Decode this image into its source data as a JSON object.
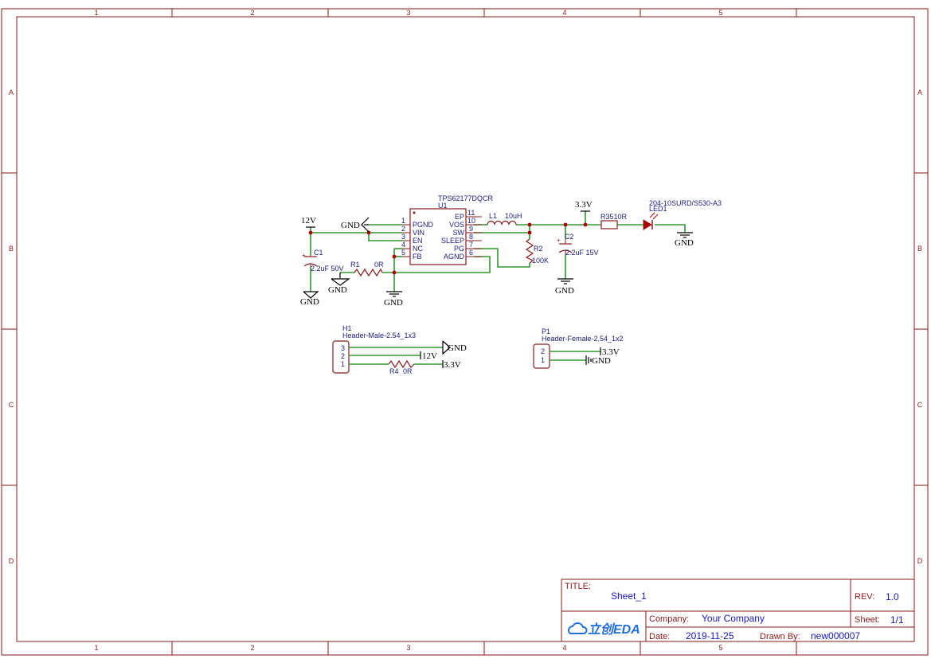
{
  "grid": {
    "columns": [
      "1",
      "2",
      "3",
      "4",
      "5"
    ],
    "rows": [
      "A",
      "B",
      "C",
      "D"
    ]
  },
  "netlabels": {
    "v12": "12V",
    "gnd": "GND",
    "v33": "3.3V"
  },
  "u1": {
    "part": "TPS62177DQCR",
    "ref": "U1",
    "left_pins": [
      {
        "num": "1",
        "name": "PGND"
      },
      {
        "num": "2",
        "name": "VIN"
      },
      {
        "num": "3",
        "name": "EN"
      },
      {
        "num": "4",
        "name": "NC"
      },
      {
        "num": "5",
        "name": "FB"
      }
    ],
    "right_pins": [
      {
        "num": "11",
        "name": "EP"
      },
      {
        "num": "10",
        "name": "VOS"
      },
      {
        "num": "9",
        "name": "SW"
      },
      {
        "num": "8",
        "name": "SLEEP"
      },
      {
        "num": "7",
        "name": "PG"
      },
      {
        "num": "6",
        "name": "AGND"
      }
    ]
  },
  "components": {
    "c1_ref": "C1",
    "c1_value": "2.2uF 50V",
    "c2_ref": "C2",
    "c2_value": "2.2uF 15V",
    "r1_ref": "R1",
    "r1_value": "0R",
    "r2_ref": "R2",
    "r2_value": "100K",
    "r3_label": "R3510R",
    "l1_ref": "L1",
    "l1_value": "10uH",
    "led_part": "204-10SURD/S530-A3",
    "led_ref": "LED1",
    "r4_ref": "R4",
    "r4_value": "0R",
    "h1_ref": "H1",
    "h1_part": "Header-Male-2.54_1x3",
    "h1_pins": [
      "3",
      "2",
      "1"
    ],
    "p1_ref": "P1",
    "p1_part": "Header-Female-2.54_1x2",
    "p1_pins": [
      "2",
      "1"
    ]
  },
  "titleblock": {
    "title_label": "TITLE:",
    "title": "Sheet_1",
    "rev_label": "REV:",
    "rev": "1.0",
    "company_label": "Company:",
    "company": "Your Company",
    "sheet_label": "Sheet:",
    "sheet": "1/1",
    "date_label": "Date:",
    "date": "2019-11-25",
    "drawn_label": "Drawn By:",
    "drawn": "new000007",
    "logo_text": "立创EDA"
  },
  "colors": {
    "frame": "#8b1a1a",
    "wire": "#2e9a2e",
    "text_blue": "#202080",
    "logo": "#1e6fd9"
  }
}
